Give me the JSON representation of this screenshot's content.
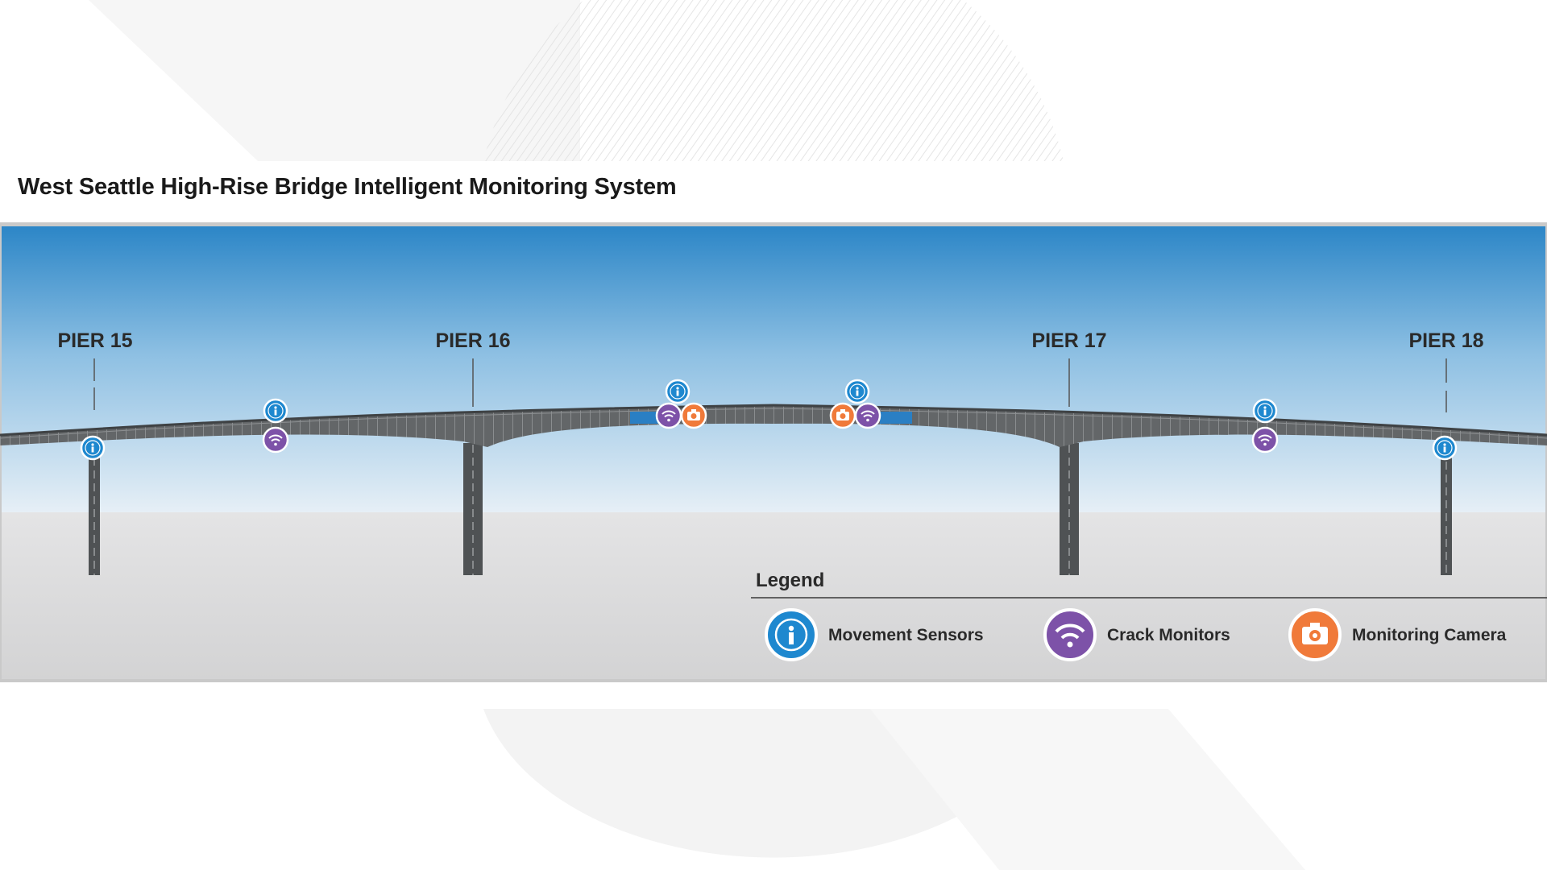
{
  "title": "West Seattle High-Rise Bridge Intelligent Monitoring System",
  "piers": [
    {
      "label": "PIER 15"
    },
    {
      "label": "PIER 16"
    },
    {
      "label": "PIER 17"
    },
    {
      "label": "PIER 18"
    }
  ],
  "legend": {
    "heading": "Legend",
    "items": [
      {
        "label": "Movement Sensors",
        "icon": "info-icon",
        "color": "#1e88cf"
      },
      {
        "label": "Crack Monitors",
        "icon": "wifi-icon",
        "color": "#7d52a8"
      },
      {
        "label": "Monitoring Camera",
        "icon": "camera-icon",
        "color": "#f07a3a"
      }
    ]
  },
  "colors": {
    "sky_top": "#2e88c8",
    "sky_bottom": "#e4eef5",
    "ground": "#d6d6d7",
    "deck": "#5f6264",
    "movement_sensor": "#1e88cf",
    "crack_monitor": "#7d52a8",
    "monitoring_camera": "#f07a3a"
  }
}
